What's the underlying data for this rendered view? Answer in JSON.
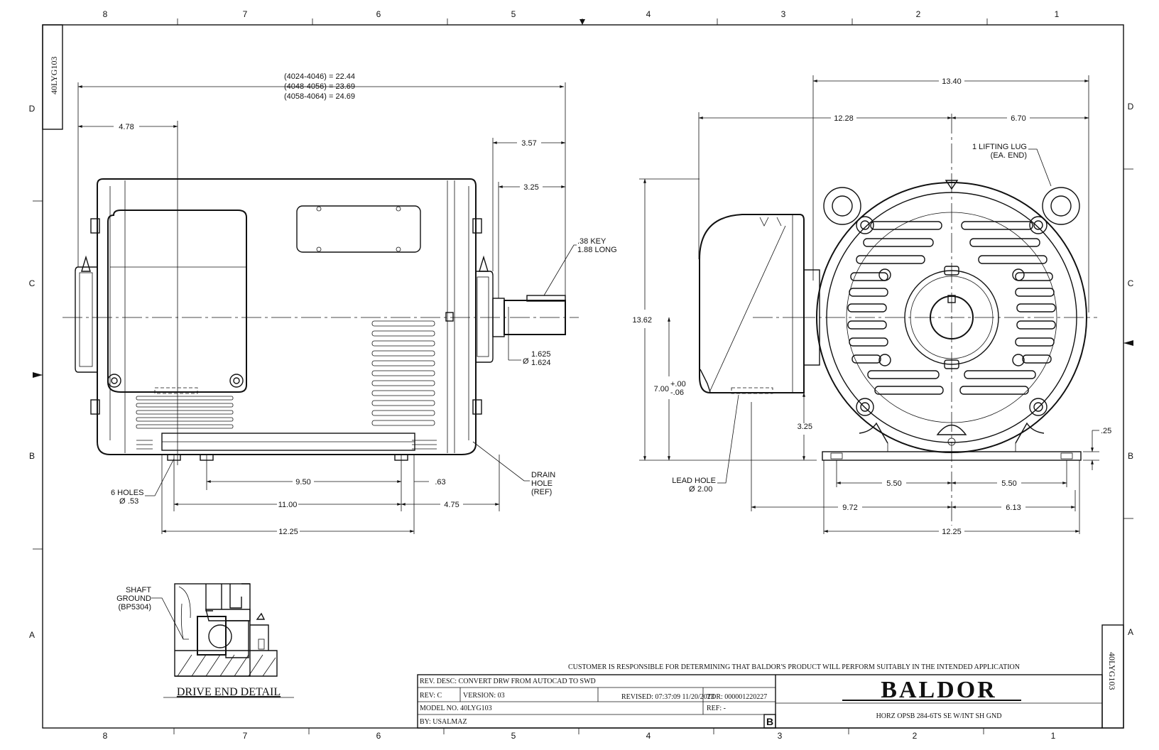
{
  "drawing_id": "40LYG103",
  "zones": {
    "columns": [
      "8",
      "7",
      "6",
      "5",
      "4",
      "3",
      "2",
      "1"
    ],
    "rows": [
      "D",
      "C",
      "B",
      "A"
    ]
  },
  "side_view": {
    "length_note": [
      "(4024-4046) = 22.44",
      "(4048-4056) = 23.69",
      "(4058-4064) = 24.69"
    ],
    "dim_478": "4.78",
    "dim_357": "3.57",
    "dim_325": "3.25",
    "key_note": [
      ".38 KEY",
      "1.88 LONG"
    ],
    "shaft_dia": [
      "1.625",
      "1.624"
    ],
    "dim_950": "9.50",
    "dim_063": ".63",
    "dim_1100": "11.00",
    "dim_475": "4.75",
    "dim_1225": "12.25",
    "holes_note": [
      "6 HOLES",
      ".53"
    ],
    "drain_note": [
      "DRAIN",
      "HOLE",
      "(REF)"
    ]
  },
  "end_view": {
    "dim_1340": "13.40",
    "dim_1228": "12.28",
    "dim_670": "6.70",
    "lug_note": [
      "1 LIFTING LUG",
      "(EA. END)"
    ],
    "dim_1362": "13.62",
    "dim_700": "7.00",
    "tol_700": [
      "+.00",
      "-.06"
    ],
    "dim_325b": "3.25",
    "dim_025": ".25",
    "lead_note": [
      "LEAD HOLE",
      "2.00"
    ],
    "dim_550a": "5.50",
    "dim_550b": "5.50",
    "dim_972": "9.72",
    "dim_613": "6.13",
    "dim_1225b": "12.25"
  },
  "detail": {
    "shaft_ground": [
      "SHAFT",
      "GROUND",
      "(BP5304)"
    ],
    "title": "DRIVE  END  DETAIL"
  },
  "title_block": {
    "customer_note": "CUSTOMER IS RESPONSIBLE FOR DETERMINING THAT BALDOR'S PRODUCT WILL PERFORM SUITABLY IN THE INTENDED APPLICATION",
    "rev_desc": "REV. DESC: CONVERT DRW FROM AUTOCAD TO SWD",
    "rev": "REV:  C",
    "version": "VERSION:  03",
    "revised": "REVISED:  07:37:09 11/20/2023",
    "tdr": "TDR: 000001220227",
    "model_no": "MODEL NO.  40LYG103",
    "ref": "REF:  -",
    "by": "BY: USALMAZ",
    "size": "B",
    "brand": "BALDOR",
    "description": "HORZ OPSB 284-6TS SE W/INT SH GND"
  }
}
